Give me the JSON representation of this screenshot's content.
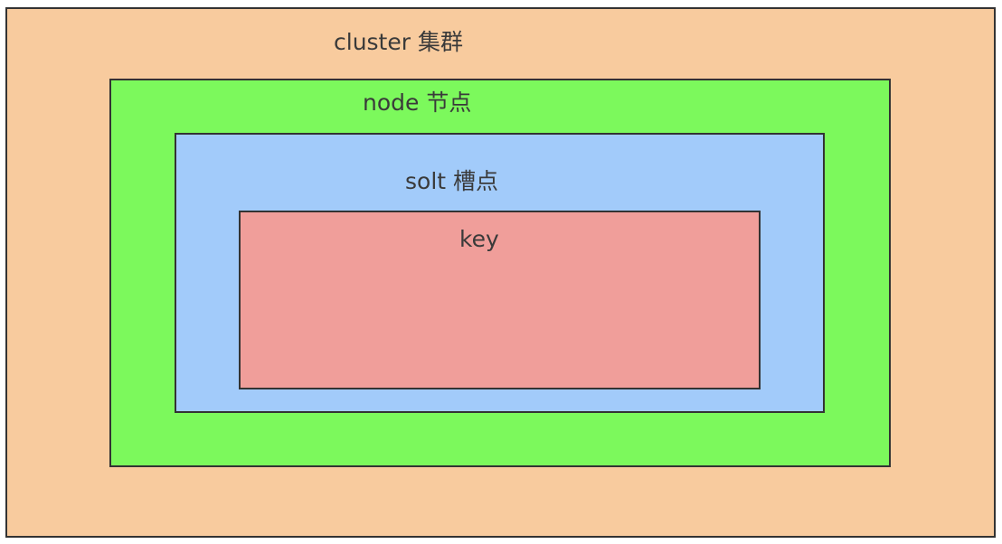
{
  "diagram": {
    "cluster": {
      "label": "cluster 集群",
      "fill": "#f8cb9e"
    },
    "node": {
      "label": "node 节点",
      "fill": "#7cf95c"
    },
    "slot": {
      "label": "solt 槽点",
      "fill": "#a2cbfa"
    },
    "key": {
      "label": "key",
      "fill": "#f09e9a"
    },
    "border_color": "#333333",
    "text_color": "#3a3a3a"
  }
}
